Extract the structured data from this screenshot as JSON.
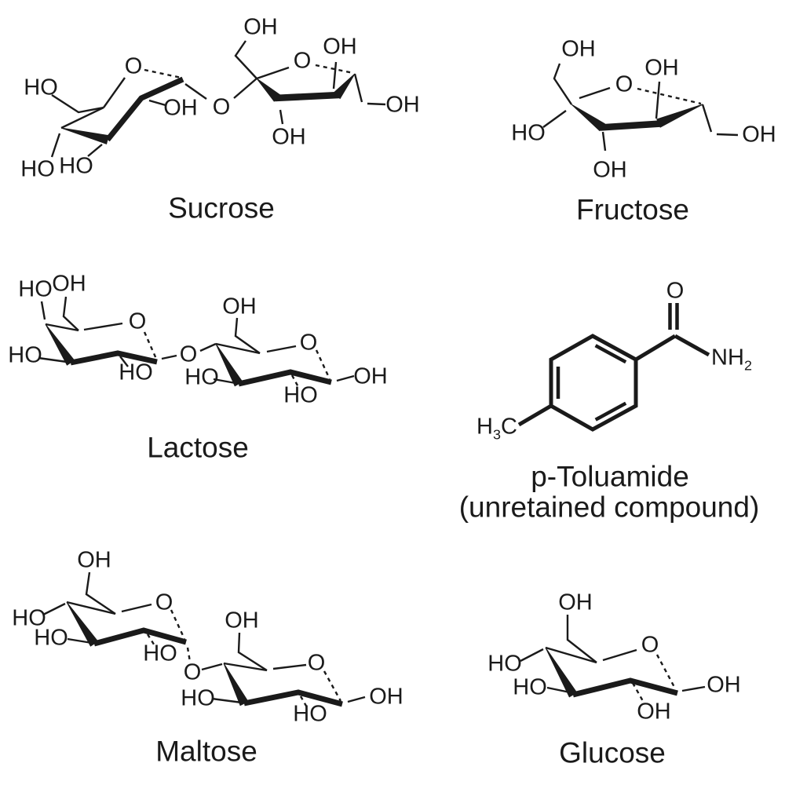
{
  "colors": {
    "background": "#ffffff",
    "ink": "#1a1a1a"
  },
  "molecules": {
    "sucrose": {
      "caption": "Sucrose",
      "atoms": {
        "ho_c6": "HO",
        "o_ring_glc": "O",
        "oh_c2": "OH",
        "ho_c4": "HO",
        "ho_c3": "HO",
        "o_glycosidic": "O",
        "oh_c1_fru": "OH",
        "o_ring_fru": "O",
        "oh_c4_fru": "OH",
        "oh_c3_fru": "OH",
        "oh_c6_fru": "OH"
      }
    },
    "fructose": {
      "caption": "Fructose",
      "atoms": {
        "oh_c1": "OH",
        "ho_c2": "HO",
        "o_ring": "O",
        "oh_c4": "OH",
        "oh_c3": "OH",
        "oh_c6": "OH"
      }
    },
    "lactose": {
      "caption": "Lactose",
      "atoms": {
        "ho_c4_gal": "HO",
        "oh_c6_gal": "OH",
        "o_ring_gal": "O",
        "ho_c3_gal": "HO",
        "ho_c2_gal": "HO",
        "o_glycosidic": "O",
        "oh_c6_glc": "OH",
        "o_ring_glc": "O",
        "ho_c3_glc": "HO",
        "ho_c2_glc": "HO",
        "oh_c1_glc": "OH"
      }
    },
    "p_toluamide": {
      "caption": "p-Toluamide",
      "subcaption": "(unretained compound)",
      "atoms": {
        "o_carbonyl": "O",
        "nh": "NH",
        "nh_sub": "2",
        "h": "H",
        "h_sub": "3",
        "c": "C"
      }
    },
    "maltose": {
      "caption": "Maltose",
      "atoms": {
        "oh_c6_l": "OH",
        "ho_c4_l": "HO",
        "ho_c3_l": "HO",
        "o_ring_l": "O",
        "ho_c2_l": "HO",
        "o_glycosidic": "O",
        "oh_c6_r": "OH",
        "o_ring_r": "O",
        "ho_c3_r": "HO",
        "ho_c2_r": "HO",
        "oh_c1_r": "OH"
      }
    },
    "glucose": {
      "caption": "Glucose",
      "atoms": {
        "oh_c6": "OH",
        "ho_c4": "HO",
        "ho_c3": "HO",
        "o_ring": "O",
        "oh_c2": "OH",
        "oh_c1": "OH"
      }
    }
  }
}
